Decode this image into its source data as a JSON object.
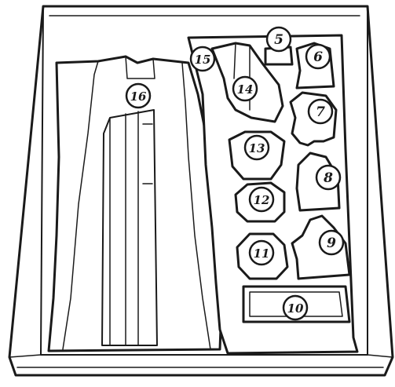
{
  "diagram": {
    "colors": {
      "line": "#1a1a1a",
      "fill": "#ffffff"
    },
    "callouts": [
      {
        "id": "5",
        "label": "5"
      },
      {
        "id": "6",
        "label": "6"
      },
      {
        "id": "7",
        "label": "7"
      },
      {
        "id": "8",
        "label": "8"
      },
      {
        "id": "9",
        "label": "9"
      },
      {
        "id": "10",
        "label": "10"
      },
      {
        "id": "11",
        "label": "11"
      },
      {
        "id": "12",
        "label": "12"
      },
      {
        "id": "13",
        "label": "13"
      },
      {
        "id": "14",
        "label": "14"
      },
      {
        "id": "15",
        "label": "15"
      },
      {
        "id": "16",
        "label": "16"
      }
    ]
  }
}
